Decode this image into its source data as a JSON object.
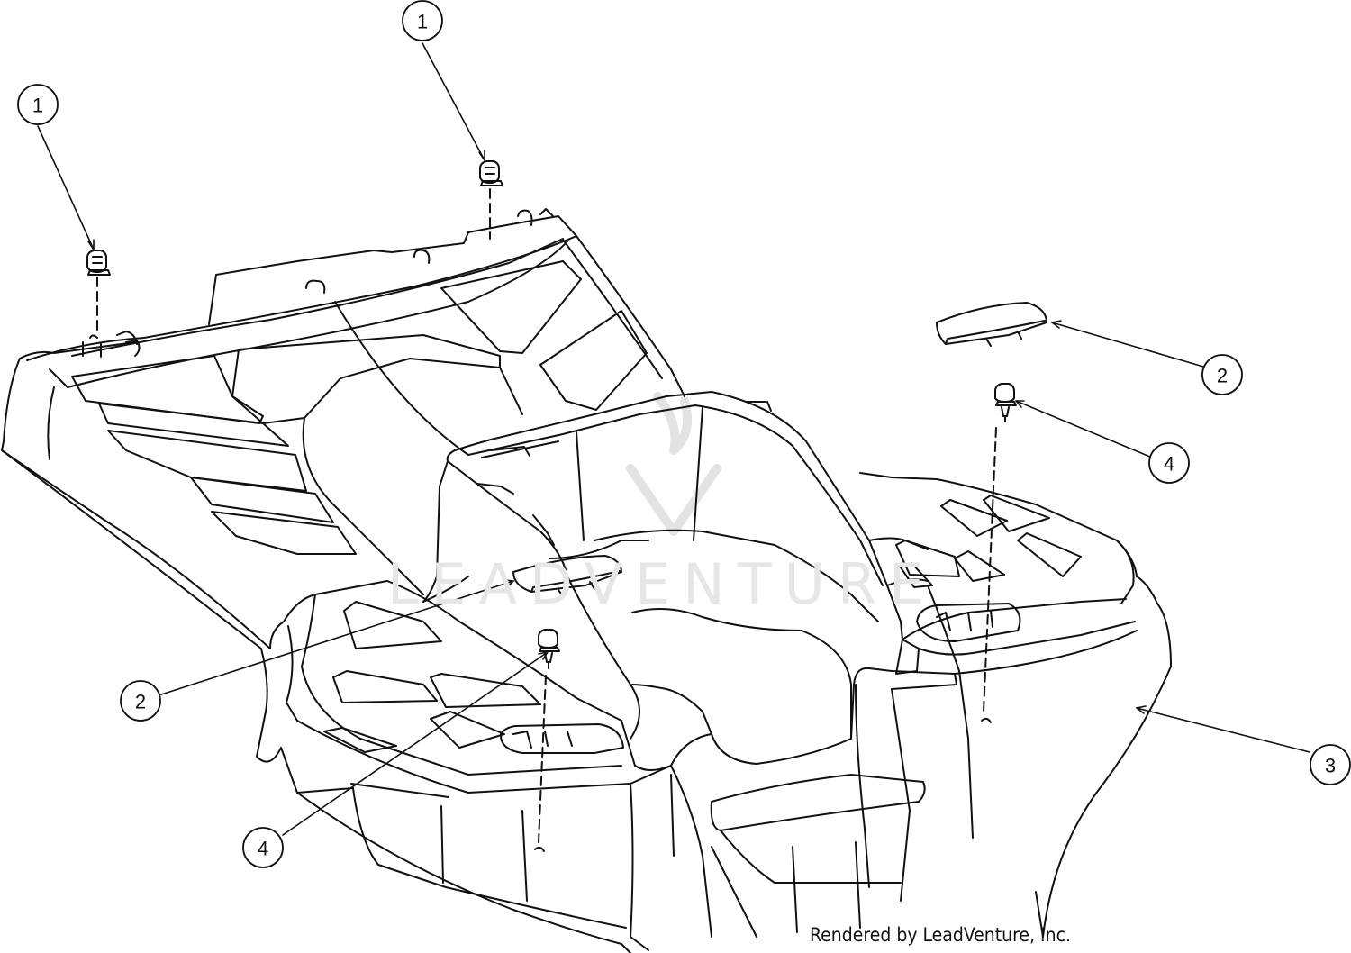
{
  "diagram": {
    "callouts": [
      {
        "id": "c1a",
        "label": "1"
      },
      {
        "id": "c1b",
        "label": "1"
      },
      {
        "id": "c2a",
        "label": "2"
      },
      {
        "id": "c2b",
        "label": "2"
      },
      {
        "id": "c4a",
        "label": "4"
      },
      {
        "id": "c4b",
        "label": "4"
      },
      {
        "id": "c3",
        "label": "3"
      }
    ],
    "watermark": "LEADVENTURE",
    "credit": "Rendered by LeadVenture, Inc.",
    "colors": {
      "line": "#111111",
      "watermark": "#e6e6e6",
      "background": "#ffffff"
    }
  }
}
